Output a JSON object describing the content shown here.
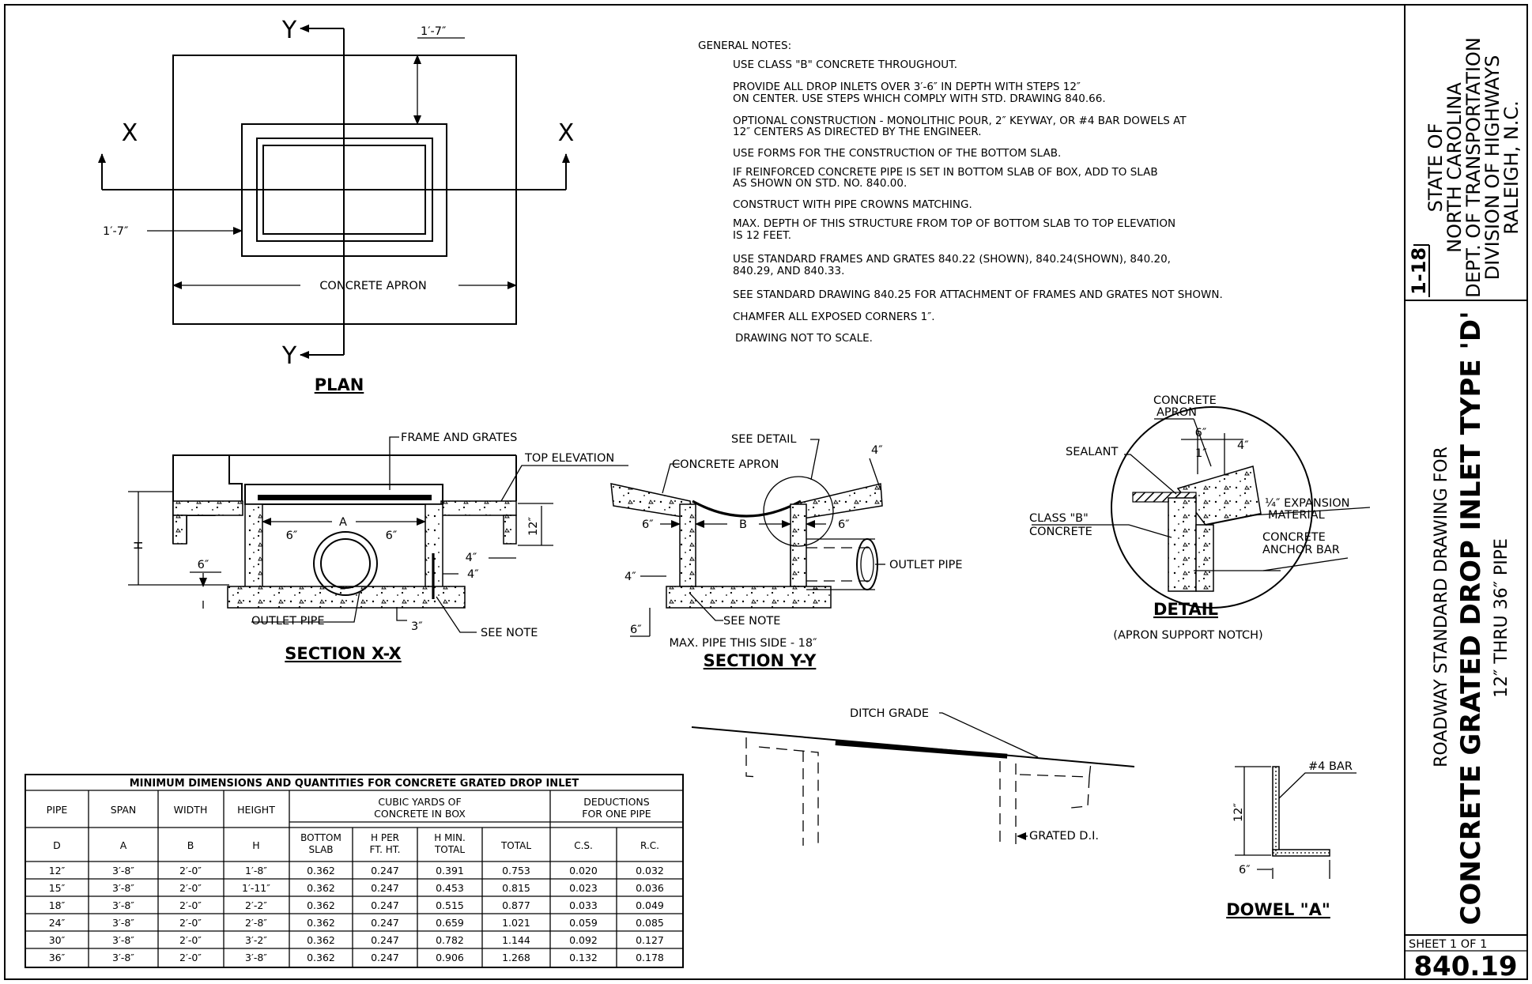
{
  "plan": {
    "label_y": "Y",
    "label_x": "X",
    "dim_top": "1′-7″",
    "dim_left": "1′-7″",
    "apron_label": "CONCRETE APRON",
    "title": "PLAN"
  },
  "general_notes": {
    "heading": "GENERAL NOTES:",
    "lines": [
      "USE CLASS \"B\" CONCRETE THROUGHOUT.",
      "PROVIDE ALL DROP INLETS OVER 3′-6″ IN DEPTH WITH STEPS 12″",
      "ON CENTER.  USE STEPS WHICH COMPLY WITH STD. DRAWING 840.66.",
      "OPTIONAL CONSTRUCTION - MONOLITHIC POUR,  2″ KEYWAY, OR #4 BAR DOWELS AT",
      "12″ CENTERS AS DIRECTED BY THE ENGINEER.",
      "USE FORMS FOR THE CONSTRUCTION OF THE BOTTOM SLAB.",
      "IF REINFORCED CONCRETE PIPE IS SET IN BOTTOM SLAB OF BOX, ADD TO SLAB",
      "AS SHOWN ON STD. NO. 840.00.",
      "CONSTRUCT WITH PIPE CROWNS MATCHING.",
      "MAX. DEPTH OF THIS STRUCTURE FROM TOP OF BOTTOM SLAB TO TOP ELEVATION",
      "IS 12 FEET.",
      "USE STANDARD FRAMES AND GRATES 840.22 (SHOWN), 840.24(SHOWN), 840.20,",
      "840.29,  AND 840.33.",
      "SEE STANDARD DRAWING 840.25 FOR ATTACHMENT OF FRAMES AND GRATES NOT SHOWN.",
      "CHAMFER ALL EXPOSED CORNERS 1″.",
      "DRAWING NOT TO SCALE."
    ]
  },
  "section_xx": {
    "frame_and_grates": "FRAME AND GRATES",
    "top_elevation": "TOP ELEVATION",
    "dim_a": "A",
    "dim_6a": "6″",
    "dim_6b": "6″",
    "dim_6c": "6″",
    "dim_12": "12″",
    "dim_4a": "4″",
    "dim_4b": "4″",
    "dim_3": "3″",
    "dim_h": "H",
    "outlet_pipe": "OUTLET PIPE",
    "see_note": "SEE NOTE",
    "title": "SECTION X-X"
  },
  "section_yy": {
    "see_detail": "SEE DETAIL",
    "concrete_apron": "CONCRETE APRON",
    "dim_4_top": "4″",
    "dim_6_left": "6″",
    "dim_b": "B",
    "dim_6_right": "6″",
    "dim_4_left": "4″",
    "dim_6_bottom": "6″",
    "outlet_pipe": "OUTLET PIPE",
    "see_note": "SEE NOTE",
    "max_pipe": "MAX. PIPE THIS SIDE - 18″",
    "title": "SECTION Y-Y"
  },
  "detail": {
    "concrete_apron": [
      "CONCRETE",
      "APRON"
    ],
    "sealant": "SEALANT",
    "dim_6": "6″",
    "dim_1": "1″",
    "dim_4": "4″",
    "class_b": [
      "CLASS \"B\"",
      "CONCRETE"
    ],
    "expansion": [
      "¼″ EXPANSION",
      "MATERIAL"
    ],
    "anchor_bar": [
      "CONCRETE",
      "ANCHOR BAR"
    ],
    "title": "DETAIL",
    "subtitle": "(APRON SUPPORT NOTCH)"
  },
  "ditch": {
    "ditch_grade": "DITCH GRADE",
    "grated_di": "GRATED D.I."
  },
  "dowel": {
    "bar": "#4 BAR",
    "dim_12": "12″",
    "dim_6": "6″",
    "title": "DOWEL \"A\""
  },
  "table": {
    "title": "MINIMUM DIMENSIONS AND QUANTITIES FOR CONCRETE GRATED DROP INLET",
    "head1": [
      "PIPE",
      "SPAN",
      "WIDTH",
      "HEIGHT"
    ],
    "cubic_group": [
      "CUBIC YARDS OF",
      "CONCRETE IN BOX"
    ],
    "deductions_group": [
      "DEDUCTIONS",
      "FOR ONE PIPE"
    ],
    "head2": [
      "D",
      "A",
      "B",
      "H"
    ],
    "sub_cols": [
      [
        "BOTTOM",
        "SLAB"
      ],
      [
        "H PER",
        "FT. HT."
      ],
      [
        "H MIN.",
        "TOTAL"
      ],
      [
        "TOTAL"
      ],
      [
        "C.S."
      ],
      [
        "R.C."
      ]
    ],
    "rows": [
      [
        "12″",
        "3′-8″",
        "2′-0″",
        "1′-8″",
        "0.362",
        "0.247",
        "0.391",
        "0.753",
        "0.020",
        "0.032"
      ],
      [
        "15″",
        "3′-8″",
        "2′-0″",
        "1′-11″",
        "0.362",
        "0.247",
        "0.453",
        "0.815",
        "0.023",
        "0.036"
      ],
      [
        "18″",
        "3′-8″",
        "2′-0″",
        "2′-2″",
        "0.362",
        "0.247",
        "0.515",
        "0.877",
        "0.033",
        "0.049"
      ],
      [
        "24″",
        "3′-8″",
        "2′-0″",
        "2′-8″",
        "0.362",
        "0.247",
        "0.659",
        "1.021",
        "0.059",
        "0.085"
      ],
      [
        "30″",
        "3′-8″",
        "2′-0″",
        "3′-2″",
        "0.362",
        "0.247",
        "0.782",
        "1.144",
        "0.092",
        "0.127"
      ],
      [
        "36″",
        "3′-8″",
        "2′-0″",
        "3′-8″",
        "0.362",
        "0.247",
        "0.906",
        "1.268",
        "0.132",
        "0.178"
      ]
    ]
  },
  "title_block": {
    "state_lines": [
      "STATE OF",
      "NORTH CAROLINA",
      "DEPT. OF TRANSPORTATION",
      "DIVISION OF HIGHWAYS",
      "RALEIGH, N.C."
    ],
    "date": "1-18",
    "drawing_for": "ROADWAY STANDARD DRAWING FOR",
    "drawing_title": "CONCRETE GRATED DROP INLET TYPE 'D'",
    "drawing_range": "12″ THRU 36″ PIPE",
    "sheet": "SHEET 1 OF 1",
    "number": "840.19"
  }
}
